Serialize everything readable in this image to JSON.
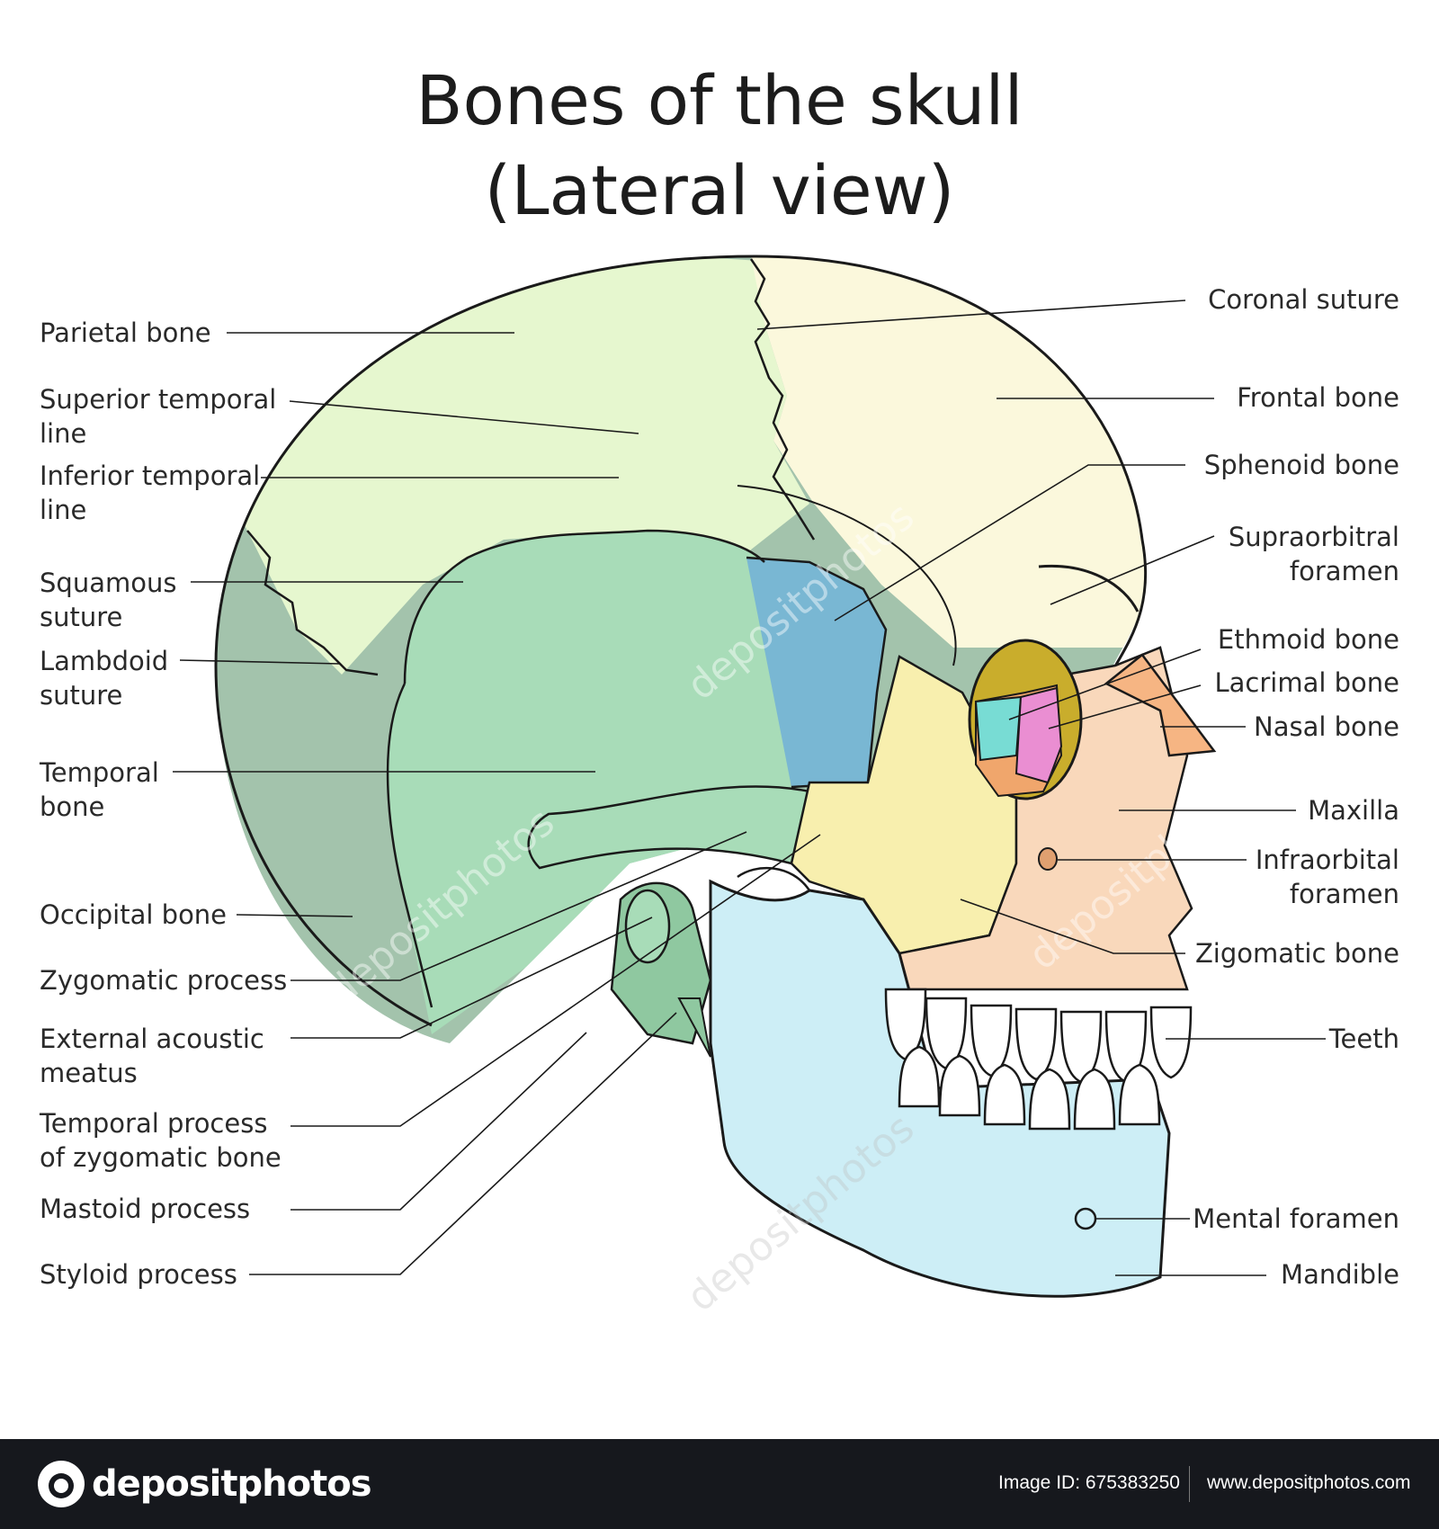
{
  "title": {
    "line1": "Bones of the skull",
    "line2": "(Lateral view)"
  },
  "labels_left": {
    "parietal": "Parietal bone",
    "superior_temporal": "Superior temporal\nline",
    "inferior_temporal": "Inferior temporal\nline",
    "squamous": "Squamous\nsuture",
    "lambdoid": "Lambdoid\nsuture",
    "temporal": "Temporal\nbone",
    "occipital": "Occipital bone",
    "zygomatic_process": "Zygomatic process",
    "external_acoustic": "External acoustic\nmeatus",
    "temporal_process": "Temporal process\nof zygomatic bone",
    "mastoid": "Mastoid process",
    "styloid": "Styloid process"
  },
  "labels_right": {
    "coronal": "Coronal suture",
    "frontal": "Frontal bone",
    "sphenoid": "Sphenoid bone",
    "supraorbital": "Supraorbitral\nforamen",
    "ethmoid": "Ethmoid bone",
    "lacrimal": "Lacrimal bone",
    "nasal": "Nasal bone",
    "maxilla": "Maxilla",
    "infraorbital": "Infraorbital\nforamen",
    "zygomatic_bone": "Zigomatic bone",
    "teeth": "Teeth",
    "mental": "Mental foramen",
    "mandible": "Mandible"
  },
  "colors": {
    "parietal": "#e6f7cf",
    "frontal": "#fbf8dc",
    "occipital": "#a3c3ac",
    "temporal": "#a8dcb8",
    "sphenoid": "#79b7d3",
    "zygomatic": "#f8efae",
    "maxilla": "#f9d8bb",
    "nasal": "#f6b583",
    "mandible": "#cdeef6",
    "ethmoid": "#78dcd4",
    "lacrimal": "#ea8ed2",
    "orbit_top": "#c9ad2c",
    "orbit_low": "#f0a66c",
    "outline": "#1a1a1a"
  },
  "footer": {
    "brand": "depositphotos",
    "image_id": "Image ID: 675383250",
    "site": "www.depositphotos.com"
  },
  "watermark": "depositphotos"
}
